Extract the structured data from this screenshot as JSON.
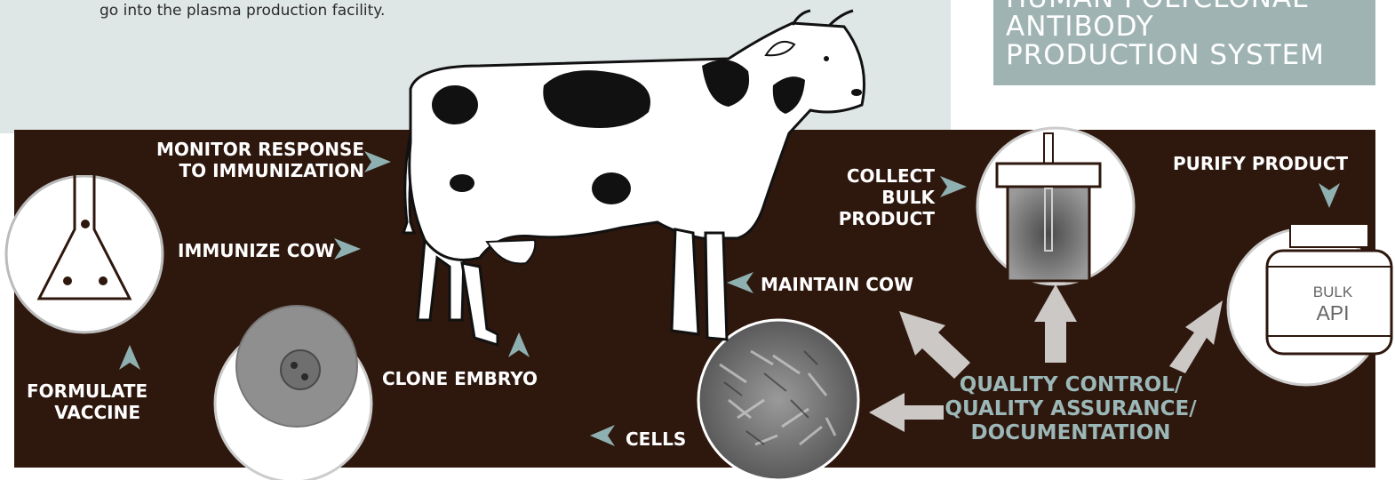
{
  "intro_text": "go into the plasma production facility.",
  "title": "HUMAN POLYCLONAL\nANTIBODY\nPRODUCTION SYSTEM",
  "steps": {
    "monitor": "MONITOR RESPONSE\nTO IMMUNIZATION",
    "immunize": "IMMUNIZE COW",
    "formulate": "FORMULATE\nVACCINE",
    "clone": "CLONE EMBRYO",
    "cells": "CELLS",
    "maintain": "MAINTAIN COW",
    "collect": "COLLECT BULK\nPRODUCT",
    "purify": "PURIFY PRODUCT"
  },
  "qc": "QUALITY CONTROL/\nQUALITY ASSURANCE/\nDOCUMENTATION",
  "bottle_label": {
    "line1": "BULK",
    "line2": "API"
  },
  "colors": {
    "band": "#2e170d",
    "accent": "#8fb0b0",
    "title_box": "#9fb3b3",
    "panel": "#dfe6e6"
  }
}
